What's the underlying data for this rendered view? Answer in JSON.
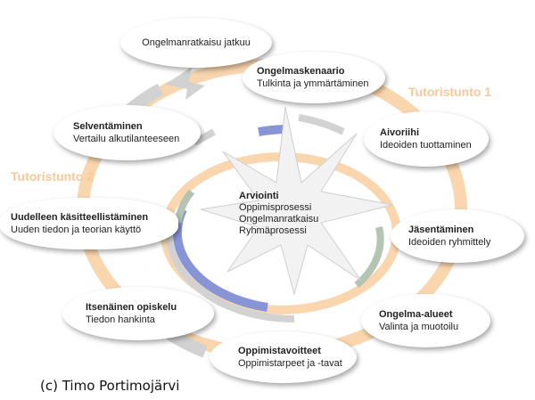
{
  "colors": {
    "outer_ring": "#f9d6ae",
    "gray_arc": "#d2d2d2",
    "blue_arc": "#8794d6",
    "green_arc": "#b3c4b3",
    "side_label": "#f7c89a",
    "star": "#f2f2f2"
  },
  "icons": {
    "arrow": "arrow-icon"
  },
  "side_labels": {
    "right": "Tutoristunto 1",
    "left": "Tutoristunto 2"
  },
  "nodes": [
    {
      "key": "continue",
      "title": "Ongelmanratkaisu jatkuu",
      "subtitle": ""
    },
    {
      "key": "scenario",
      "title": "Ongelmaskenaario",
      "subtitle": "Tulkinta ja ymmärtäminen"
    },
    {
      "key": "brainstorm",
      "title": "Aivoriihi",
      "subtitle": "Ideoiden tuottaminen"
    },
    {
      "key": "structure",
      "title": "Jäsentäminen",
      "subtitle": "Ideoiden ryhmittely"
    },
    {
      "key": "areas",
      "title": "Ongelma-alueet",
      "subtitle": "Valinta ja muotoilu"
    },
    {
      "key": "goals",
      "title": "Oppimistavoitteet",
      "subtitle": "Oppimistarpeet ja -tavat"
    },
    {
      "key": "selfstudy",
      "title": "Itsenäinen opiskelu",
      "subtitle": "Tiedon hankinta"
    },
    {
      "key": "reprocess",
      "title": "Uudelleen käsitteellistäminen",
      "subtitle": "Uuden tiedon ja teorian käyttö"
    },
    {
      "key": "clarify",
      "title": "Selventäminen",
      "subtitle": "Vertailu alkutilanteeseen"
    }
  ],
  "center": {
    "title": "Arviointi",
    "lines": [
      "Oppimisprosessi",
      "Ongelmanratkaisu",
      "Ryhmäprosessi"
    ]
  },
  "copyright": "(c) Timo Portimojärvi"
}
